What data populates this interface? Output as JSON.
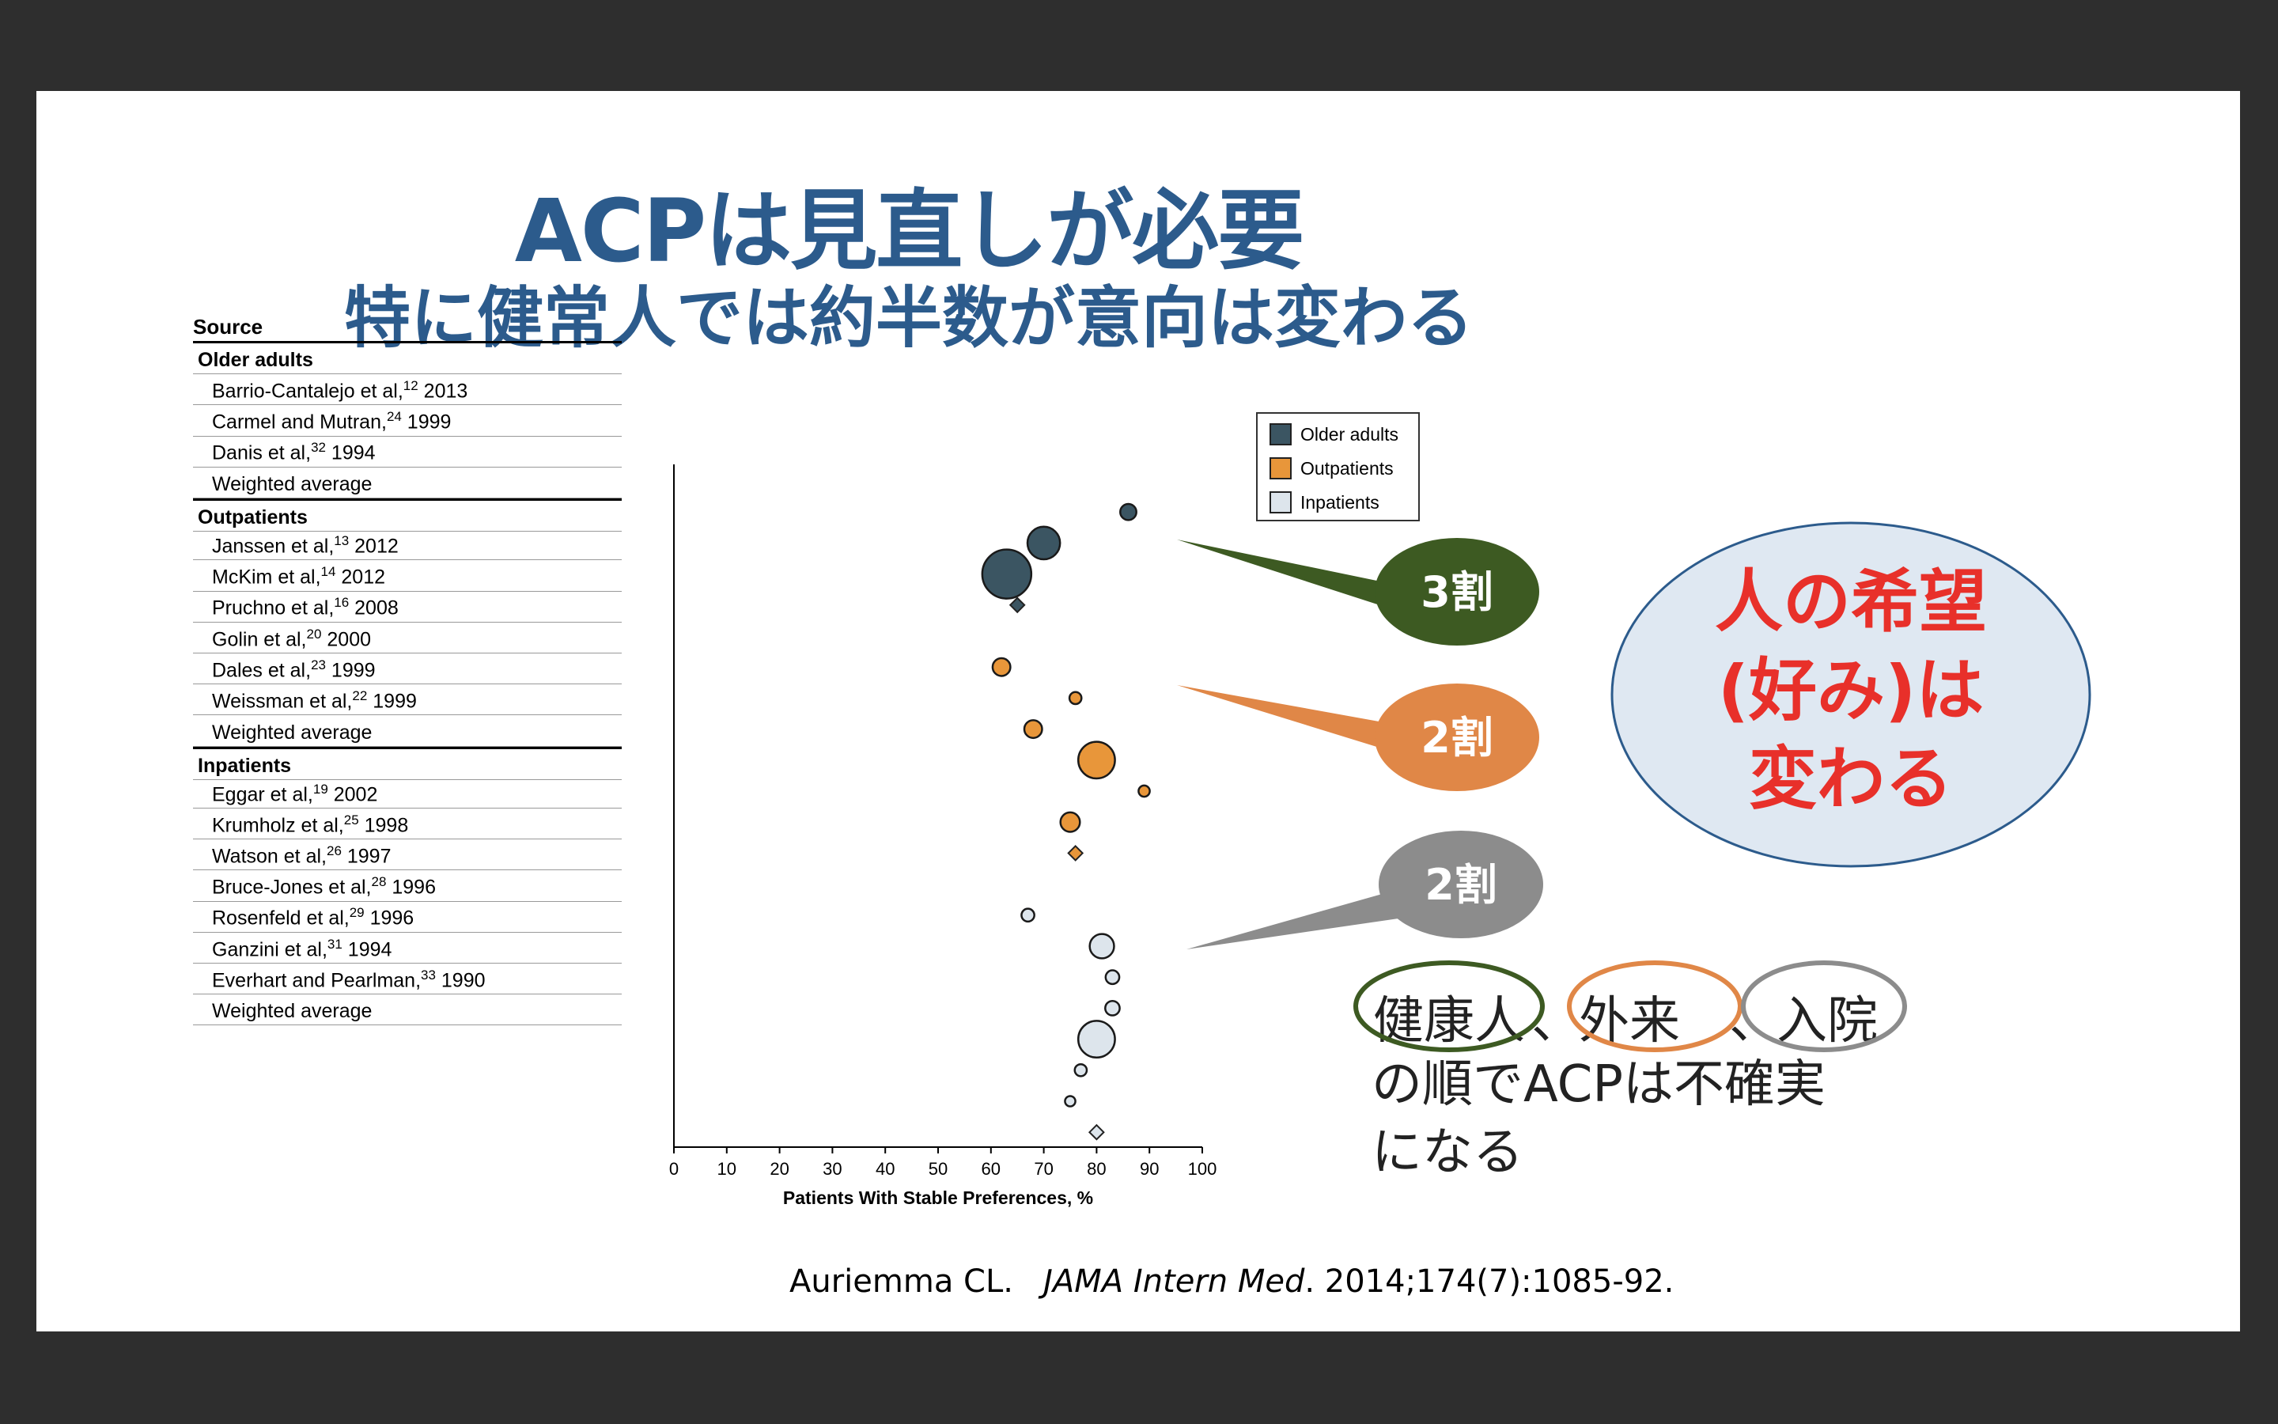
{
  "slide": {
    "title": "ACPは見直しが必要",
    "subtitle": "特に健常人では約半数が意向は変わる",
    "citation_author": "Auriemma CL.",
    "citation_journal": "JAMA Intern Med",
    "citation_rest": ". 2014;174(7):1085-92."
  },
  "table": {
    "header": "Source",
    "rows": [
      {
        "label": "Older adults",
        "group": true
      },
      {
        "label": "Barrio-Cantalejo et al,12 2013"
      },
      {
        "label": "Carmel and Mutran,24 1999"
      },
      {
        "label": "Danis et al,32 1994"
      },
      {
        "label": "Weighted average"
      },
      {
        "label": "Outpatients",
        "group": true
      },
      {
        "label": "Janssen et al,13 2012"
      },
      {
        "label": "McKim et al,14 2012"
      },
      {
        "label": "Pruchno et al,16 2008"
      },
      {
        "label": "Golin et al,20 2000"
      },
      {
        "label": "Dales et al,23 1999"
      },
      {
        "label": "Weissman et al,22 1999"
      },
      {
        "label": "Weighted average"
      },
      {
        "label": "Inpatients",
        "group": true
      },
      {
        "label": "Eggar et al,19 2002"
      },
      {
        "label": "Krumholz et al,25 1998"
      },
      {
        "label": "Watson et al,26 1997"
      },
      {
        "label": "Bruce-Jones et al,28 1996"
      },
      {
        "label": "Rosenfeld et al,29 1996"
      },
      {
        "label": "Ganzini et al,31 1994"
      },
      {
        "label": "Everhart and Pearlman,33 1990"
      },
      {
        "label": "Weighted average"
      }
    ]
  },
  "chart_data": {
    "type": "scatter",
    "xlabel": "Patients With Stable Preferences, %",
    "xlim": [
      0,
      100
    ],
    "xticks": [
      0,
      10,
      20,
      30,
      40,
      50,
      60,
      70,
      80,
      90,
      100
    ],
    "legend": {
      "placement": "top-right",
      "items": [
        {
          "name": "Older adults",
          "color": "#3b5562"
        },
        {
          "name": "Outpatients",
          "color": "#e8963a"
        },
        {
          "name": "Inpatients",
          "color": "#dde5ec"
        }
      ]
    },
    "points": [
      {
        "row": 1,
        "series": "Older adults",
        "x": 86,
        "size": 1,
        "shape": "circle"
      },
      {
        "row": 2,
        "series": "Older adults",
        "x": 70,
        "size": 3,
        "shape": "circle"
      },
      {
        "row": 3,
        "series": "Older adults",
        "x": 63,
        "size": 5,
        "shape": "circle"
      },
      {
        "row": 4,
        "series": "Older adults",
        "x": 65,
        "size": 1,
        "shape": "diamond"
      },
      {
        "row": 6,
        "series": "Outpatients",
        "x": 62,
        "size": 1.2,
        "shape": "circle"
      },
      {
        "row": 7,
        "series": "Outpatients",
        "x": 76,
        "size": 0.5,
        "shape": "circle"
      },
      {
        "row": 8,
        "series": "Outpatients",
        "x": 68,
        "size": 1.2,
        "shape": "circle"
      },
      {
        "row": 9,
        "series": "Outpatients",
        "x": 80,
        "size": 3.5,
        "shape": "circle"
      },
      {
        "row": 10,
        "series": "Outpatients",
        "x": 89,
        "size": 0.4,
        "shape": "circle"
      },
      {
        "row": 11,
        "series": "Outpatients",
        "x": 75,
        "size": 1.4,
        "shape": "circle"
      },
      {
        "row": 12,
        "series": "Outpatients",
        "x": 76,
        "size": 1,
        "shape": "diamond"
      },
      {
        "row": 14,
        "series": "Inpatients",
        "x": 67,
        "size": 0.6,
        "shape": "circle"
      },
      {
        "row": 15,
        "series": "Inpatients",
        "x": 81,
        "size": 2,
        "shape": "circle"
      },
      {
        "row": 16,
        "series": "Inpatients",
        "x": 83,
        "size": 0.7,
        "shape": "circle"
      },
      {
        "row": 17,
        "series": "Inpatients",
        "x": 83,
        "size": 0.8,
        "shape": "circle"
      },
      {
        "row": 18,
        "series": "Inpatients",
        "x": 80,
        "size": 3.5,
        "shape": "circle"
      },
      {
        "row": 19,
        "series": "Inpatients",
        "x": 77,
        "size": 0.5,
        "shape": "circle"
      },
      {
        "row": 20,
        "series": "Inpatients",
        "x": 75,
        "size": 0.3,
        "shape": "circle"
      },
      {
        "row": 21,
        "series": "Inpatients",
        "x": 80,
        "size": 1,
        "shape": "diamond"
      }
    ]
  },
  "callouts": [
    {
      "text": "3割",
      "color": "#3d5a22"
    },
    {
      "text": "2割",
      "color": "#e08747"
    },
    {
      "text": "2割",
      "color": "#8c8c8c"
    }
  ],
  "ellipse": {
    "lines": [
      "人の希望",
      "(好み)は",
      "変わる"
    ],
    "text_color": "#e8302a",
    "fill": "#dfe8f2"
  },
  "note": {
    "line1": [
      "健康人",
      "、",
      "外来",
      "、",
      "入院"
    ],
    "ring_colors": [
      "#3d5a22",
      "#e08747",
      "#8c8c8c"
    ],
    "line2": "の順でACPは不確実",
    "line3": "になる"
  }
}
